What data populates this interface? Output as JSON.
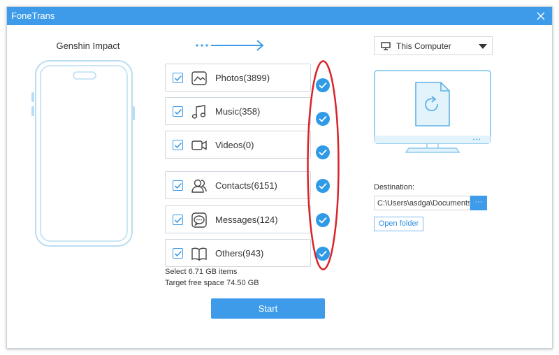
{
  "app": {
    "title": "FoneTrans"
  },
  "source": {
    "device_name": "Genshin Impact"
  },
  "categories": [
    {
      "label": "Photos(3899)",
      "icon": "photo-icon",
      "checked": true
    },
    {
      "label": "Music(358)",
      "icon": "music-note-icon",
      "checked": true
    },
    {
      "label": "Videos(0)",
      "icon": "video-camera-icon",
      "checked": true
    },
    {
      "label": "Contacts(6151)",
      "icon": "contacts-icon",
      "checked": true
    },
    {
      "label": "Messages(124)",
      "icon": "message-bubble-icon",
      "checked": true
    },
    {
      "label": "Others(943)",
      "icon": "book-icon",
      "checked": true
    }
  ],
  "summary": {
    "selected": "Select 6.71 GB items",
    "target_free": "Target free space 74.50 GB"
  },
  "actions": {
    "start_label": "Start"
  },
  "destination": {
    "selected_target": "This Computer",
    "label": "Destination:",
    "path": "C:\\Users\\asdga\\Documents\\",
    "browse_label": "···",
    "open_folder_label": "Open folder"
  },
  "colors": {
    "accent": "#3d9be9",
    "check_circle": "#2f9ae6",
    "annotation_red": "#d9242a"
  }
}
